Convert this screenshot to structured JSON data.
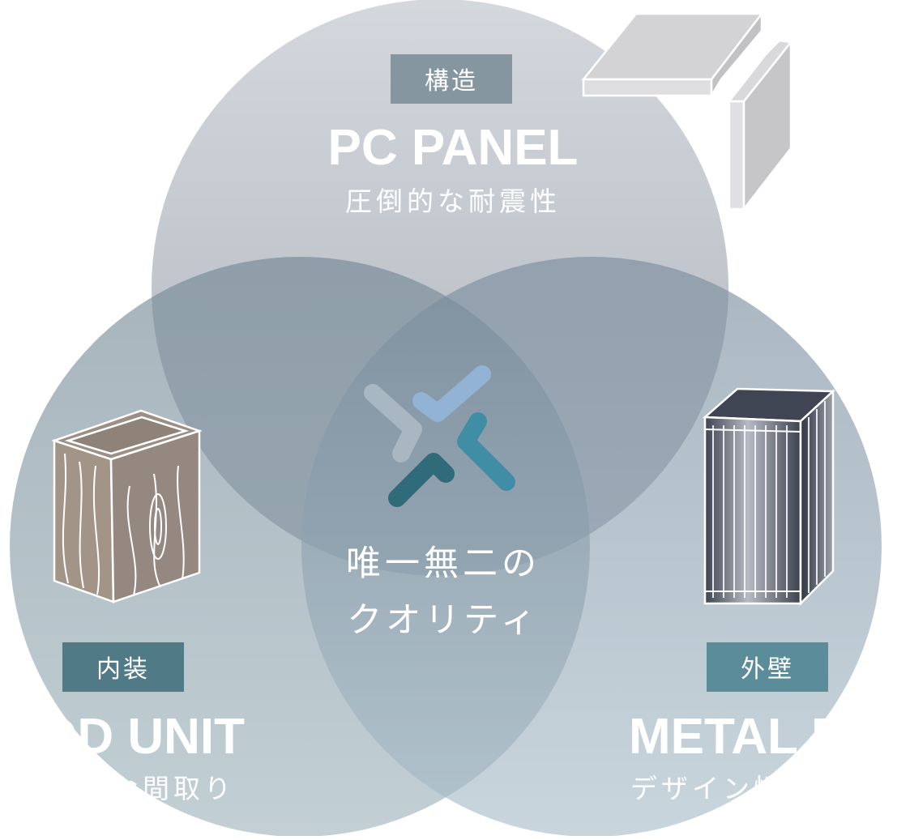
{
  "colors": {
    "circle_top": "#9aa0ac",
    "circle_left": "#7f97a2",
    "circle_right": "#86a0ae",
    "tag_top": "#8596a0",
    "tag_left": "#4f7a86",
    "tag_right": "#5b8c99",
    "logo_light": "#a9b7c2",
    "logo_blue": "#93b3d5",
    "logo_teal": "#3f8ea6",
    "logo_dark": "#2f6b78"
  },
  "top": {
    "tag": "構造",
    "title": "PC PANEL",
    "subtitle": "圧倒的な耐震性",
    "icon": "pc-panel-icon"
  },
  "left": {
    "tag": "内装",
    "title": "WOOD UNIT",
    "subtitle": "自在な間取り",
    "icon": "wood-box-icon"
  },
  "right": {
    "tag": "外壁",
    "title": "METAL PANEL",
    "subtitle": "デザイン性の高い外観",
    "icon": "metal-box-icon"
  },
  "center": {
    "line1": "唯一無二の",
    "line2": "クオリティ",
    "icon": "brand-logo-icon"
  }
}
